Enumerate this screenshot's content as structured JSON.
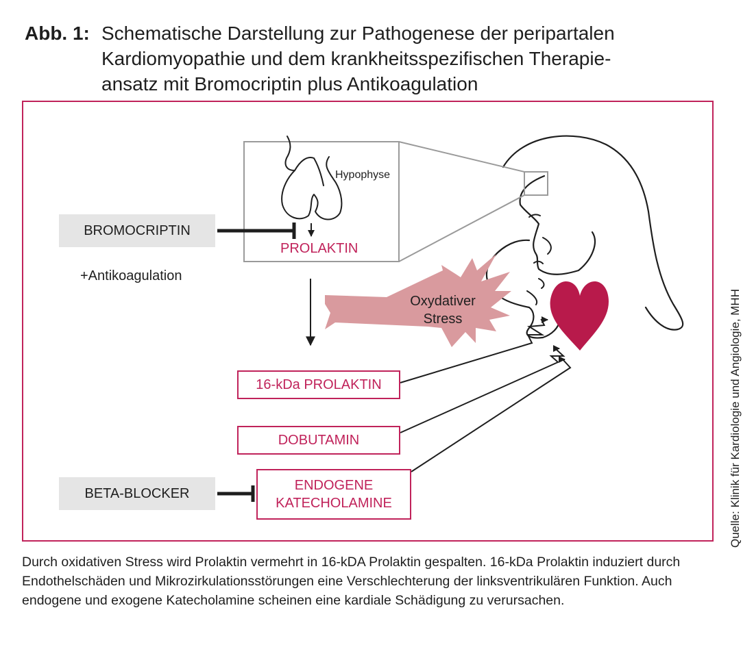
{
  "title": {
    "label": "Abb. 1:",
    "line1": "Schematische Darstellung zur Pathogenese der peripartalen",
    "line2": "Kardiomyopathie und dem krankheitsspezifischen Therapie-",
    "line3": "ansatz mit Bromocriptin plus Antikoagulation"
  },
  "diagram": {
    "hypophyse": "Hypophyse",
    "prolaktin": "PROLAKTIN",
    "bromocriptin": "BROMOCRIPTIN",
    "antikoagulation": "+Antikoagulation",
    "stress_line1": "Oxydativer",
    "stress_line2": "Stress",
    "kda_prolaktin": "16-kDa PROLAKTIN",
    "dobutamin": "DOBUTAMIN",
    "beta_blocker": "BETA-BLOCKER",
    "katecholamine_line1": "ENDOGENE",
    "katecholamine_line2": "KATECHOLAMINE"
  },
  "source": "Quelle: Klinik für Kardiologie und Angiologie, MHH",
  "caption": "Durch oxidativen Stress wird Prolaktin vermehrt in 16-kDA Prolaktin gespalten. 16-kDa Prolaktin induziert durch Endothelschäden und Mikrozirkulationsstörungen eine Verschlechterung der linksventrikulären Funktion. Auch endogene und exogene Katecholamine scheinen eine kardiale Schädigung zu verursachen.",
  "colors": {
    "accent": "#c0225a",
    "heart": "#b81a4b",
    "stress": "#d99a9e",
    "box_grey": "#e5e5e5"
  }
}
